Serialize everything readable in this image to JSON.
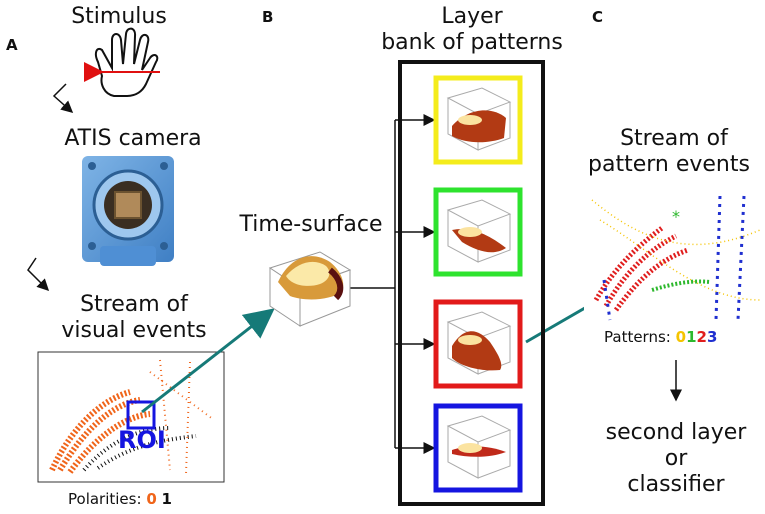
{
  "panels": {
    "a": "A",
    "b": "B",
    "c": "C"
  },
  "panel_a": {
    "stimulus": "Stimulus",
    "camera": "ATIS camera",
    "stream_line1": "Stream of",
    "stream_line2": "visual events",
    "roi": "ROI",
    "polarities_label": "Polarities:",
    "polarity_values": [
      "0",
      "1"
    ]
  },
  "panel_b": {
    "time_surface": "Time-surface",
    "layer_line1": "Layer",
    "layer_line2": "bank of patterns",
    "pattern_colors": [
      "#f4ec1c",
      "#2ee32e",
      "#e21a1a",
      "#1515e0"
    ]
  },
  "panel_c": {
    "stream_line1": "Stream of",
    "stream_line2": "pattern events",
    "patterns_label": "Patterns:",
    "pattern_values": [
      "0",
      "1",
      "2",
      "3"
    ],
    "pattern_value_colors": [
      "#f5c400",
      "#2db82d",
      "#e01e1e",
      "#1f2fd0"
    ],
    "output_line1": "second layer",
    "output_line2": "or",
    "output_line3": "classifier"
  },
  "colors": {
    "teal_arrow": "#167a78",
    "polarity_0": "#f0651a",
    "polarity_1": "#111111"
  }
}
